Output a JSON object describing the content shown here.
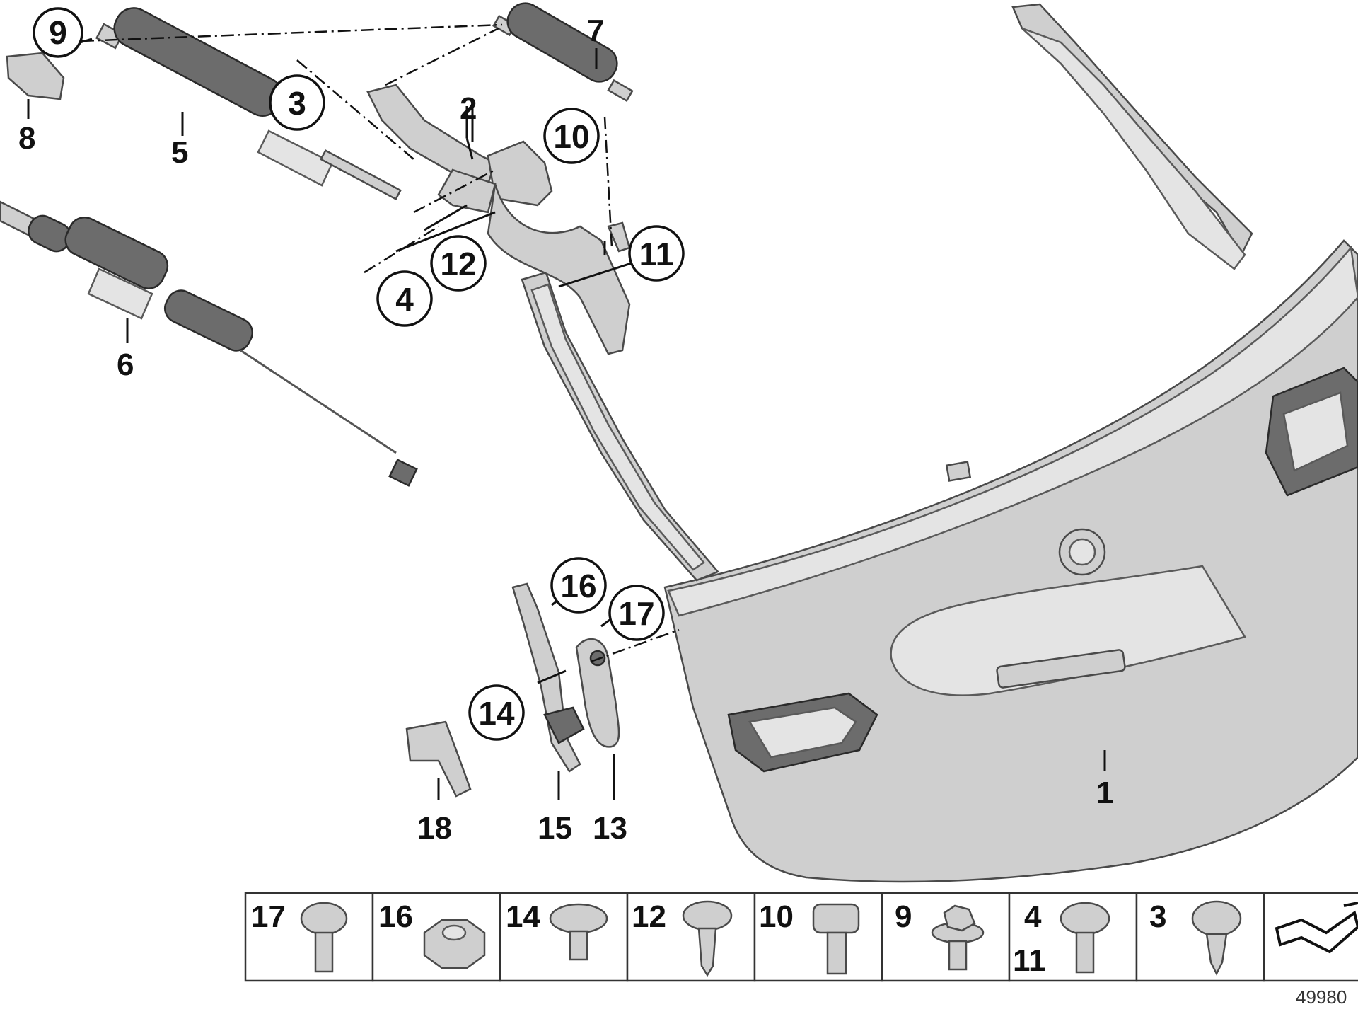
{
  "callouts": {
    "c9": "9",
    "c3": "3",
    "c10": "10",
    "c12": "12",
    "c4": "4",
    "c11": "11",
    "c16": "16",
    "c17": "17",
    "c14": "14"
  },
  "labels": {
    "l7": "7",
    "l2": "2",
    "l8": "8",
    "l5": "5",
    "l6": "6",
    "l1": "1",
    "l18": "18",
    "l15": "15",
    "l13": "13"
  },
  "fastener_table": [
    {
      "label": "17",
      "icon": "bolt-round-head-icon"
    },
    {
      "label": "16",
      "icon": "hex-nut-icon"
    },
    {
      "label": "14",
      "icon": "wide-head-screw-icon"
    },
    {
      "label": "12",
      "icon": "round-head-screw-icon"
    },
    {
      "label": "10",
      "icon": "torx-bolt-icon"
    },
    {
      "label": "9",
      "icon": "hex-flange-bolt-icon"
    },
    {
      "label": "4",
      "label2": "11",
      "icon": "round-head-screw-icon"
    },
    {
      "label": "3",
      "icon": "tapping-screw-icon"
    }
  ],
  "reference_number": "49980",
  "colors": {
    "part": "#cfcfcf",
    "dark_part": "#6c6c6c",
    "line": "#111111"
  }
}
